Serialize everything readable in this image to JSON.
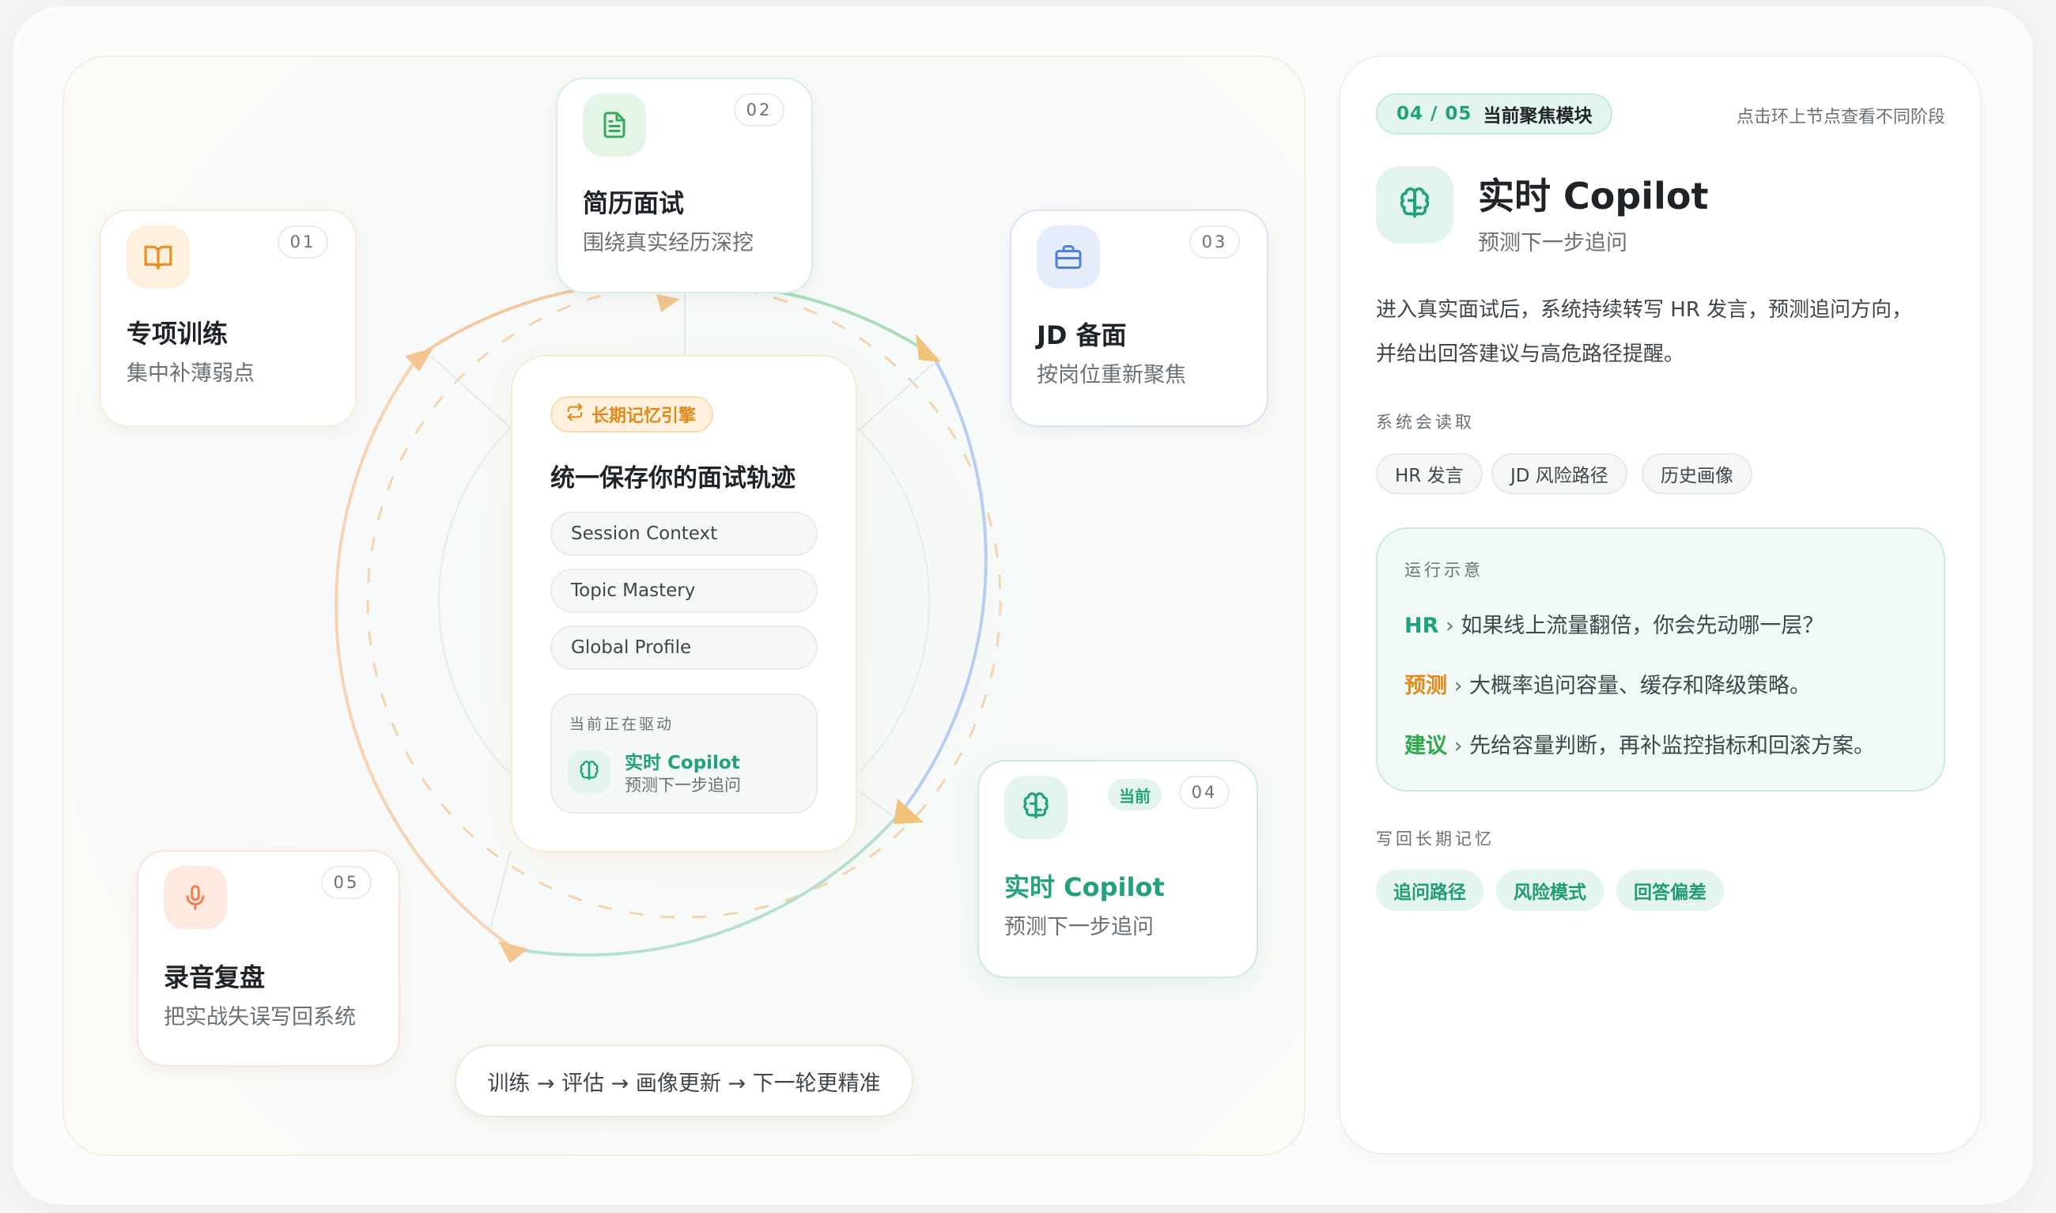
{
  "nodes": [
    {
      "num": "01",
      "title": "专项训练",
      "subtitle": "集中补薄弱点",
      "icon": "book-icon"
    },
    {
      "num": "02",
      "title": "简历面试",
      "subtitle": "围绕真实经历深挖",
      "icon": "document-icon"
    },
    {
      "num": "03",
      "title": "JD 备面",
      "subtitle": "按岗位重新聚焦",
      "icon": "briefcase-icon"
    },
    {
      "num": "04",
      "title": "实时 Copilot",
      "subtitle": "预测下一步追问",
      "icon": "brain-icon",
      "current_badge": "当前"
    },
    {
      "num": "05",
      "title": "录音复盘",
      "subtitle": "把实战失误写回系统",
      "icon": "microphone-icon"
    }
  ],
  "center": {
    "engine_badge": "长期记忆引擎",
    "title": "统一保存你的面试轨迹",
    "contexts": [
      "Session Context",
      "Topic Mastery",
      "Global Profile"
    ],
    "driving_label": "当前正在驱动",
    "driving_title": "实时 Copilot",
    "driving_subtitle": "预测下一步追问"
  },
  "loop_text": "训练 → 评估 → 画像更新 → 下一轮更精准",
  "detail": {
    "progress": "04 / 05",
    "focus_label": "当前聚焦模块",
    "hint": "点击环上节点查看不同阶段",
    "title": "实时 Copilot",
    "subtitle": "预测下一步追问",
    "description": "进入真实面试后，系统持续转写 HR 发言，预测追问方向，并给出回答建议与高危路径提醒。",
    "reads_label": "系统会读取",
    "reads": [
      "HR 发言",
      "JD 风险路径",
      "历史画像"
    ],
    "demo_label": "运行示意",
    "demo_lines": [
      {
        "who": "HR",
        "text": "如果线上流量翻倍，你会先动哪一层？",
        "color": "#22a27c"
      },
      {
        "who": "预测",
        "text": "大概率追问容量、缓存和降级策略。",
        "color": "#e08b1c"
      },
      {
        "who": "建议",
        "text": "先给容量判断，再补监控指标和回滚方案。",
        "color": "#2ea84a"
      }
    ],
    "writeback_label": "写回长期记忆",
    "writeback": [
      "追问路径",
      "风险模式",
      "回答偏差"
    ]
  },
  "colors": {
    "accent_green": "#22a27c",
    "accent_orange": "#e08b1c",
    "accent_blue": "#4f7fe0"
  }
}
